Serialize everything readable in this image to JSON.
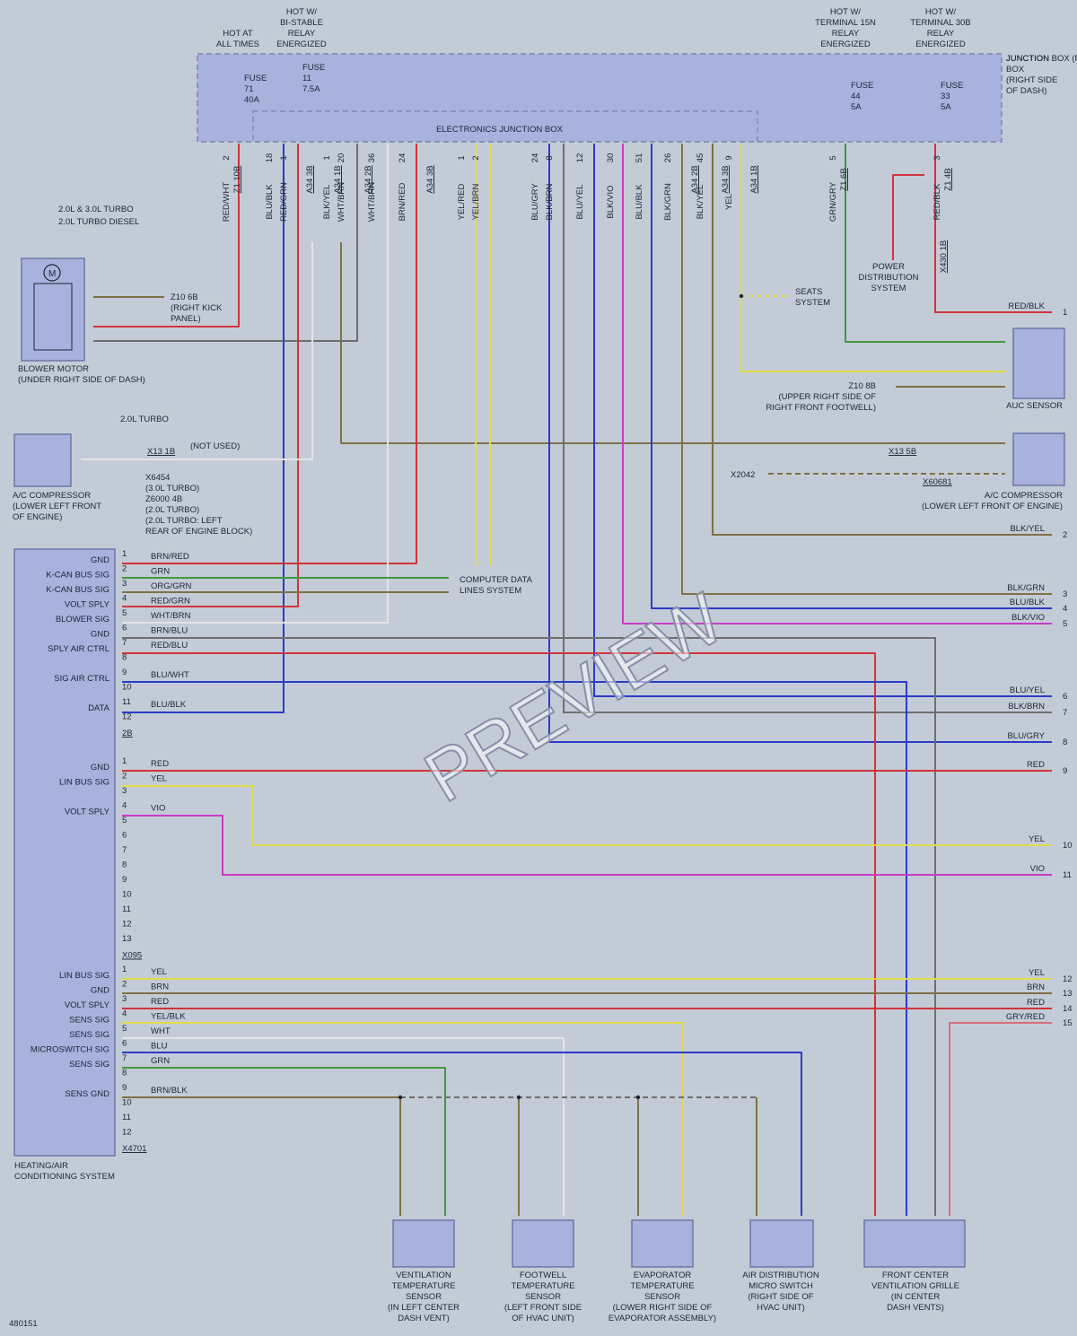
{
  "doc_number": "480151",
  "watermark": "PREVIEW",
  "legend": [
    "2.0L & 3.0L TURBO",
    "2.0L TURBO DIESEL"
  ],
  "junction_box": {
    "label": "JUNCTION\nBOX\n(RIGHT SIDE\nOF DASH)",
    "ejb": "ELECTRONICS JUNCTION BOX"
  },
  "hot_labels": [
    "HOT AT\nALL TIMES",
    "HOT W/\nBI-STABLE\nRELAY\nENERGIZED",
    "HOT W/\nTERMINAL 15N\nRELAY\nENERGIZED",
    "HOT W/\nTERMINAL 30B\nRELAY\nENERGIZED"
  ],
  "fuses": [
    "FUSE\n71\n40A",
    "FUSE\n11\n7.5A",
    "FUSE\n44\n5A",
    "FUSE\n33\n5A"
  ],
  "components": {
    "blower": "BLOWER MOTOR\n(UNDER RIGHT SIDE OF DASH)",
    "ac_left": "A/C COMPRESSOR\n(LOWER LEFT FRONT\nOF ENGINE)",
    "ac_right": "A/C COMPRESSOR\n(LOWER LEFT FRONT OF ENGINE)",
    "auc": "AUC SENSOR",
    "hvac": "HEATING/AIR\nCONDITIONING SYSTEM",
    "power_dist": "POWER\nDISTRIBUTION\nSYSTEM",
    "seats": "SEATS\nSYSTEM",
    "computer": "COMPUTER DATA\nLINES SYSTEM",
    "vent_sensor": "VENTILATION\nTEMPERATURE\nSENSOR\n(IN LEFT CENTER\nDASH VENT)",
    "foot_sensor": "FOOTWELL\nTEMPERATURE\nSENSOR\n(LEFT FRONT SIDE\nOF HVAC UNIT)",
    "evap_sensor": "EVAPORATOR\nTEMPERATURE\nSENSOR\n(LOWER RIGHT SIDE OF\nEVAPORATOR ASSEMBLY)",
    "micro_switch": "AIR DISTRIBUTION\nMICRO SWITCH\n(RIGHT SIDE OF\nHVAC UNIT)",
    "grille": "FRONT CENTER\nVENTILATION GRILLE\n(IN CENTER\nDASH VENTS)"
  },
  "misc_labels": {
    "z10_6b": "Z10 6B\n(RIGHT KICK\nPANEL)",
    "z10_8b": "Z10 8B\n(UPPER RIGHT SIDE OF\nRIGHT FRONT FOOTWELL)",
    "not_used": "(NOT USED)",
    "turbo": "2.0L TURBO",
    "x6454": "X6454\n(3.0L TURBO)\nZ6000 4B\n(2.0L TURBO)\n(2.0L TURBO: LEFT\nREAR OF ENGINE BLOCK)",
    "x2042": "X2042",
    "x095": "X095",
    "x4701": "X4701",
    "x13_1b": "X13 1B",
    "x13_5b": "X13 5B",
    "x60681": "X60681",
    "x430_1b": "X430 1B",
    "c2b": "2B"
  },
  "top_pins": [
    {
      "pin": "2",
      "conn": "Z1 10B",
      "color": "RED/WHT"
    },
    {
      "pin": "18",
      "conn": "",
      "color": "BLU/BLK"
    },
    {
      "pin": "1",
      "conn": "",
      "color": "RED/GRN"
    },
    {
      "pin": "",
      "conn": "A34 3B",
      "color": ""
    },
    {
      "pin": "1",
      "conn": "A34 1B",
      "color": "BLK/YEL"
    },
    {
      "pin": "20",
      "conn": "",
      "color": "WHT/BRN"
    },
    {
      "pin": "",
      "conn": "A34 2B",
      "color": ""
    },
    {
      "pin": "36",
      "conn": "",
      "color": "WHT/BRN"
    },
    {
      "pin": "24",
      "conn": "",
      "color": "BRN/RED"
    },
    {
      "pin": "",
      "conn": "A34 3B",
      "color": ""
    },
    {
      "pin": "1",
      "conn": "",
      "color": "YEL/RED"
    },
    {
      "pin": "2",
      "conn": "",
      "color": "YEL/BRN"
    },
    {
      "pin": "24",
      "conn": "",
      "color": "BLU/GRY"
    },
    {
      "pin": "8",
      "conn": "",
      "color": "BLK/BRN"
    },
    {
      "pin": "12",
      "conn": "",
      "color": "BLU/YEL"
    },
    {
      "pin": "30",
      "conn": "",
      "color": "BLK/VIO"
    },
    {
      "pin": "51",
      "conn": "",
      "color": "BLU/BLK"
    },
    {
      "pin": "26",
      "conn": "",
      "color": "BLK/GRN"
    },
    {
      "pin": "",
      "conn": "A34 2B",
      "color": ""
    },
    {
      "pin": "45",
      "conn": "",
      "color": "BLK/YEL"
    },
    {
      "pin": "",
      "conn": "A34 3B",
      "color": ""
    },
    {
      "pin": "9",
      "conn": "",
      "color": "YEL"
    },
    {
      "pin": "",
      "conn": "A34 1B",
      "color": ""
    },
    {
      "pin": "5",
      "conn": "Z1 6B",
      "color": "GRN/GRY"
    },
    {
      "pin": "3",
      "conn": "Z1 4B",
      "color": "RED/BLK"
    }
  ],
  "hvac_groups": [
    {
      "conn": "2B",
      "pins": [
        {
          "n": "1",
          "sig": "GND",
          "wire": "BRN/RED"
        },
        {
          "n": "2",
          "sig": "K-CAN BUS SIG",
          "wire": "GRN"
        },
        {
          "n": "3",
          "sig": "K-CAN BUS SIG",
          "wire": "ORG/GRN"
        },
        {
          "n": "4",
          "sig": "VOLT SPLY",
          "wire": "RED/GRN"
        },
        {
          "n": "5",
          "sig": "BLOWER SIG",
          "wire": "WHT/BRN"
        },
        {
          "n": "6",
          "sig": "GND",
          "wire": "BRN/BLU"
        },
        {
          "n": "7",
          "sig": "SPLY AIR CTRL",
          "wire": "RED/BLU"
        },
        {
          "n": "8",
          "sig": "",
          "wire": ""
        },
        {
          "n": "9",
          "sig": "SIG AIR CTRL",
          "wire": "BLU/WHT"
        },
        {
          "n": "10",
          "sig": "",
          "wire": ""
        },
        {
          "n": "11",
          "sig": "DATA",
          "wire": "BLU/BLK"
        },
        {
          "n": "12",
          "sig": "",
          "wire": ""
        }
      ]
    },
    {
      "conn": "X095",
      "pins": [
        {
          "n": "1",
          "sig": "GND",
          "wire": "RED"
        },
        {
          "n": "2",
          "sig": "LIN BUS SIG",
          "wire": "YEL"
        },
        {
          "n": "3",
          "sig": "",
          "wire": ""
        },
        {
          "n": "4",
          "sig": "VOLT SPLY",
          "wire": "VIO"
        },
        {
          "n": "5",
          "sig": "",
          "wire": ""
        },
        {
          "n": "6",
          "sig": "",
          "wire": ""
        },
        {
          "n": "7",
          "sig": "",
          "wire": ""
        },
        {
          "n": "8",
          "sig": "",
          "wire": ""
        },
        {
          "n": "9",
          "sig": "",
          "wire": ""
        },
        {
          "n": "10",
          "sig": "",
          "wire": ""
        },
        {
          "n": "11",
          "sig": "",
          "wire": ""
        },
        {
          "n": "12",
          "sig": "",
          "wire": ""
        },
        {
          "n": "13",
          "sig": "",
          "wire": ""
        }
      ]
    },
    {
      "conn": "X4701",
      "pins": [
        {
          "n": "1",
          "sig": "LIN BUS SIG",
          "wire": "YEL"
        },
        {
          "n": "2",
          "sig": "GND",
          "wire": "BRN"
        },
        {
          "n": "3",
          "sig": "VOLT SPLY",
          "wire": "RED"
        },
        {
          "n": "4",
          "sig": "SENS SIG",
          "wire": "YEL/BLK"
        },
        {
          "n": "5",
          "sig": "SENS SIG",
          "wire": "WHT"
        },
        {
          "n": "6",
          "sig": "MICROSWITCH SIG",
          "wire": "BLU"
        },
        {
          "n": "7",
          "sig": "SENS SIG",
          "wire": "GRN"
        },
        {
          "n": "8",
          "sig": "",
          "wire": ""
        },
        {
          "n": "9",
          "sig": "SENS GND",
          "wire": "BRN/BLK"
        },
        {
          "n": "10",
          "sig": "",
          "wire": ""
        },
        {
          "n": "11",
          "sig": "",
          "wire": ""
        },
        {
          "n": "12",
          "sig": "",
          "wire": ""
        }
      ]
    }
  ],
  "right_outputs": [
    {
      "num": "1",
      "label": "RED/BLK"
    },
    {
      "num": "2",
      "label": "BLK/YEL"
    },
    {
      "num": "3",
      "label": "BLK/GRN"
    },
    {
      "num": "4",
      "label": "BLU/BLK"
    },
    {
      "num": "5",
      "label": "BLK/VIO"
    },
    {
      "num": "6",
      "label": "BLU/YEL"
    },
    {
      "num": "7",
      "label": "BLK/BRN"
    },
    {
      "num": "8",
      "label": "BLU/GRY"
    },
    {
      "num": "9",
      "label": "RED"
    },
    {
      "num": "10",
      "label": "YEL"
    },
    {
      "num": "11",
      "label": "VIO"
    },
    {
      "num": "12",
      "label": "YEL"
    },
    {
      "num": "13",
      "label": "BRN"
    },
    {
      "num": "14",
      "label": "RED"
    },
    {
      "num": "15",
      "label": "GRY/RED"
    }
  ],
  "colors": {
    "red": "#d2333c",
    "blue": "#2b3bc8",
    "green": "#3f9a3a",
    "yellow": "#e1dc4a",
    "violet": "#c83cc4",
    "olive": "#7e7146",
    "gray": "#6e6e6e",
    "white": "#e4e4e4",
    "pink": "#d2707c",
    "navy": "#1a2060"
  }
}
